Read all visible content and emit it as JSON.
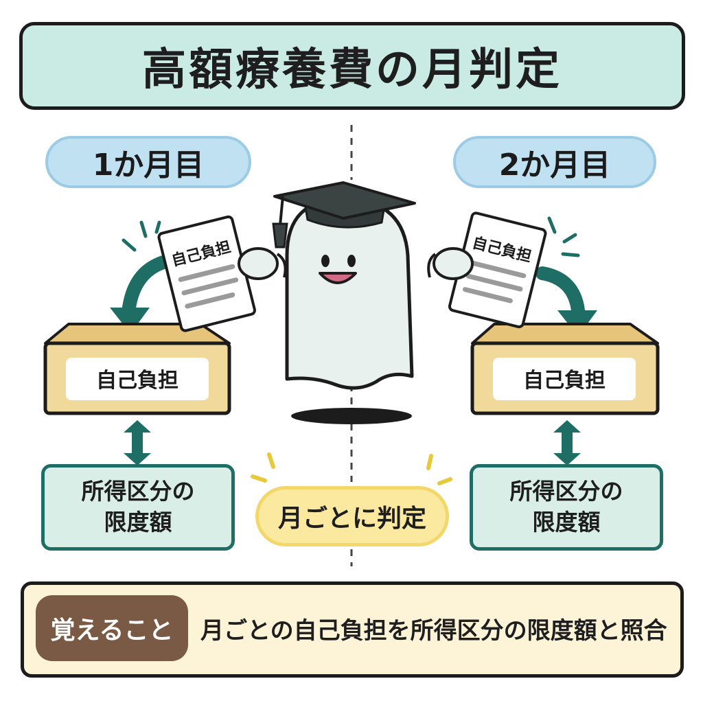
{
  "title": "高額療養費の月判定",
  "left": {
    "month_label": "1か月目",
    "paper_label": "自己負担",
    "box_label": "自己負担",
    "limit_line1": "所得区分の",
    "limit_line2": "限度額"
  },
  "right": {
    "month_label": "2か月目",
    "paper_label": "自己負担",
    "box_label": "自己負担",
    "limit_line1": "所得区分の",
    "limit_line2": "限度額"
  },
  "center_label": "月ごとに判定",
  "footer": {
    "tag": "覚えること",
    "text": "月ごとの自己負担を所得区分の限度額と照合"
  },
  "colors": {
    "title_bg": "#c9ebe3",
    "month_pill_bg": "#bfe1f2",
    "box_bg": "#f0d99a",
    "teal": "#1f6e66",
    "limit_bg": "#d8eee6",
    "center_pill_bg": "#fbe9a0",
    "footer_bg": "#fdf4d8",
    "tag_bg": "#7a5a45"
  }
}
